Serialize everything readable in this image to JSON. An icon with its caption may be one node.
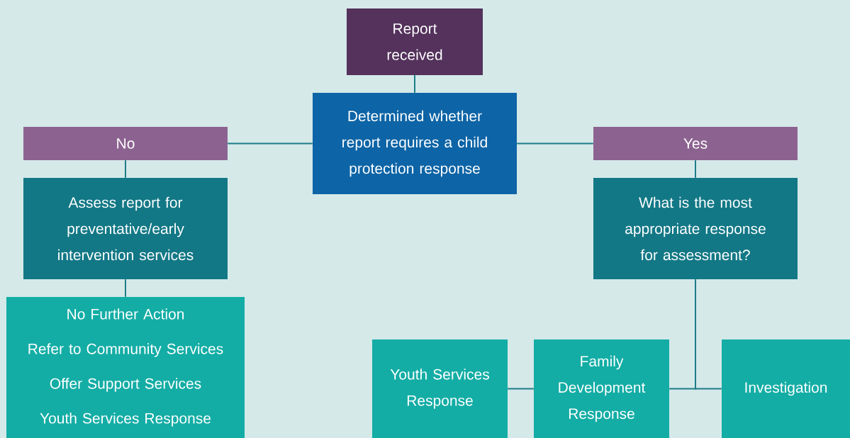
{
  "diagram": {
    "nodes": [
      {
        "text": [
          "Report received"
        ]
      },
      {
        "text": [
          "Determined whether report requires a child protection response"
        ]
      },
      {
        "text": [
          "No"
        ]
      },
      {
        "text": [
          "Yes"
        ]
      },
      {
        "text": [
          "Assess report for preventative/early intervention services"
        ]
      },
      {
        "text": [
          "No Further Action",
          "Refer to Community Services",
          "Offer Support Services",
          "Youth Services Response"
        ]
      },
      {
        "text": [
          "What is the most appropriate response for assessment?"
        ]
      },
      {
        "text": [
          "Youth Services Response"
        ]
      },
      {
        "text": [
          "Family Development Response"
        ]
      },
      {
        "text": [
          "Investigation"
        ]
      }
    ],
    "edges": [
      {
        "from": 0,
        "to": 1,
        "arrow": "none"
      },
      {
        "from": 1,
        "to": 2,
        "arrow": "none"
      },
      {
        "from": 1,
        "to": 3,
        "arrow": "none"
      },
      {
        "from": 2,
        "to": 4,
        "arrow": "none"
      },
      {
        "from": 4,
        "to": 5,
        "arrow": "none"
      },
      {
        "from": 3,
        "to": 6,
        "arrow": "none"
      },
      {
        "from": 8,
        "to": 7,
        "arrow": "none"
      },
      {
        "from": 6,
        "to": 8,
        "arrow": "none"
      },
      {
        "from": 6,
        "to": 9,
        "arrow": "none"
      }
    ]
  }
}
